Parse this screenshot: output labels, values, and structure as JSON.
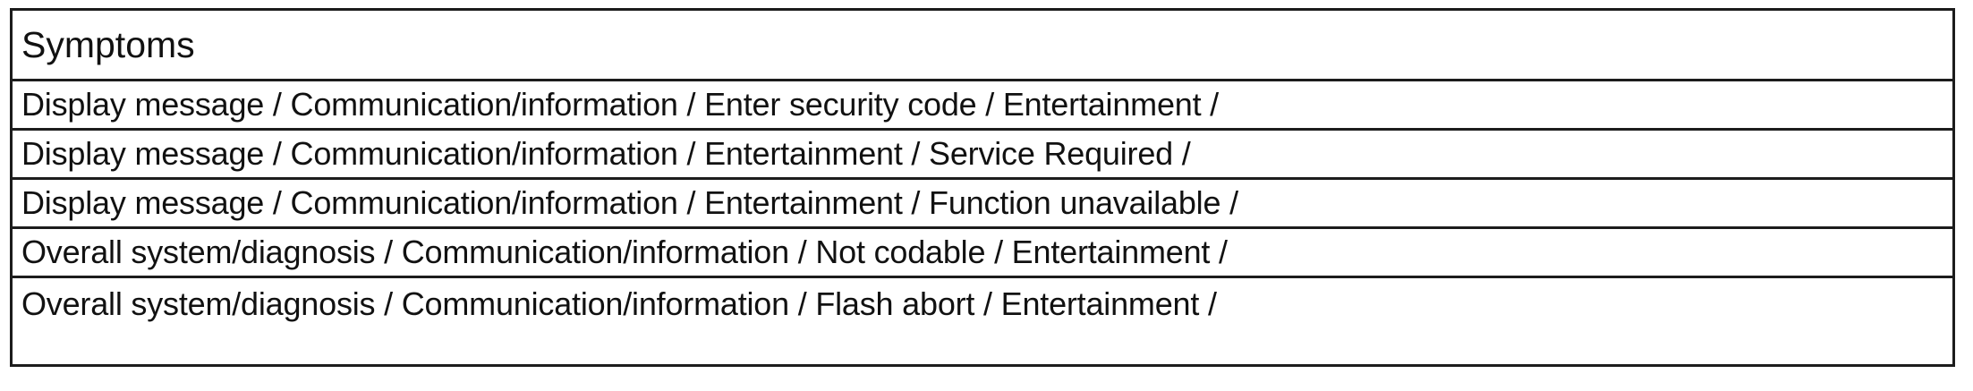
{
  "table": {
    "header": {
      "label": "Symptoms"
    },
    "rows": [
      {
        "text": "Display message / Communication/information / Enter security code / Entertainment /"
      },
      {
        "text": "Display message / Communication/information / Entertainment / Service Required /"
      },
      {
        "text": "Display message / Communication/information / Entertainment / Function unavailable /"
      },
      {
        "text": "Overall system/diagnosis / Communication/information / Not codable / Entertainment /"
      },
      {
        "text": "Overall system/diagnosis / Communication/information / Flash abort / Entertainment /"
      }
    ]
  },
  "colors": {
    "border": "#1c1c1c",
    "background": "#ffffff",
    "text": "#111111"
  }
}
